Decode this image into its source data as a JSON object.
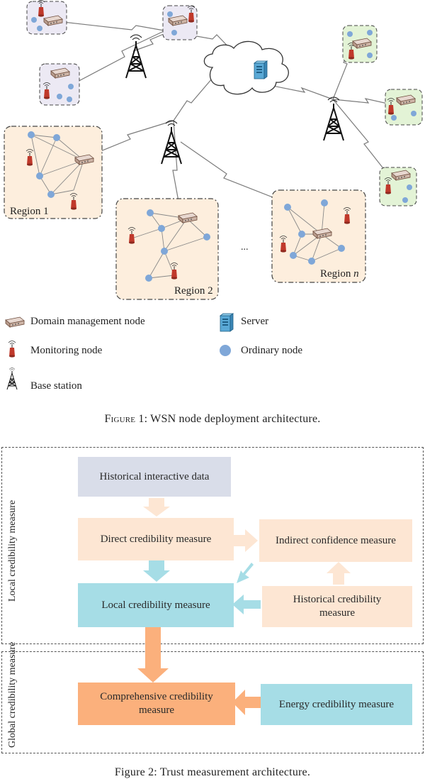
{
  "figure1": {
    "regions": [
      "Region 1",
      "Region 2",
      "Region "
    ],
    "region_n_var": "n",
    "ellipsis": "...",
    "legend": {
      "domain_node": "Domain management node",
      "monitoring_node": "Monitoring node",
      "base_station": "Base station",
      "server": "Server",
      "ordinary_node": "Ordinary node"
    },
    "caption_prefix": "Figure 1:",
    "caption_text": " WSN node deployment architecture."
  },
  "figure2": {
    "local_label": "Local credibility measure",
    "global_label": "Global credibility measure",
    "boxes": {
      "historical_data": "Historical interactive data",
      "direct": "Direct credibility measure",
      "indirect": "Indirect confidence measure",
      "local": "Local credibility measure",
      "historical_cred": "Historical credibility measure",
      "comprehensive": "Comprehensive credibility measure",
      "energy": "Energy credibility measure"
    },
    "caption_partial": "Figure 2: Trust measurement architecture."
  },
  "colors": {
    "region_fill": "#fdeedd",
    "green_fill": "#e3f3d6",
    "purple_fill": "#ece9f4",
    "node_blue": "#7fa7d8",
    "monitor_red": "#c0392b",
    "hist_box": "#d9dde9",
    "pale_orange": "#fde6d3",
    "light_blue": "#a6dde6",
    "orange": "#fbb07c"
  }
}
